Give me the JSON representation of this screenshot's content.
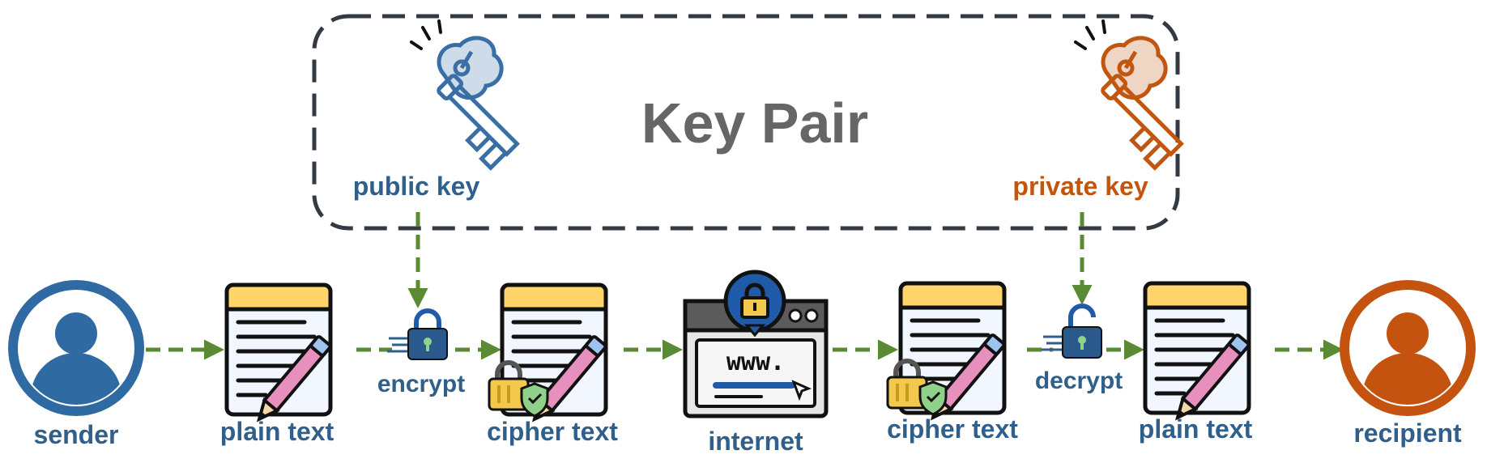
{
  "title": "Key Pair",
  "public_key": {
    "label": "public key",
    "icon": "key-icon",
    "color": "#3a6fa6"
  },
  "private_key": {
    "label": "private key",
    "icon": "key-icon",
    "color": "#c0560f"
  },
  "actors": {
    "sender": {
      "label": "sender",
      "icon": "user-icon",
      "color": "#2f6aa3"
    },
    "recipient": {
      "label": "recipient",
      "icon": "user-icon",
      "color": "#c4530f"
    }
  },
  "nodes": {
    "plain_text_left": {
      "label": "plain text",
      "icon": "document-pencil-icon"
    },
    "cipher_text_left": {
      "label": "cipher text",
      "icon": "locked-document-icon"
    },
    "internet": {
      "label": "internet",
      "icon": "browser-lock-icon",
      "address": "www."
    },
    "cipher_text_right": {
      "label": "cipher text",
      "icon": "locked-document-icon"
    },
    "plain_text_right": {
      "label": "plain text",
      "icon": "document-pencil-icon"
    }
  },
  "steps": {
    "encrypt": {
      "label": "encrypt",
      "icon": "padlock-icon"
    },
    "decrypt": {
      "label": "decrypt",
      "icon": "open-padlock-icon"
    }
  },
  "colors": {
    "label_blue": "#2f5f8a",
    "arrow_green": "#5b8a35",
    "box_dash": "#333a44",
    "title_gray": "#666666",
    "doc_header": "#ffd46b",
    "doc_body": "#f1f6ff",
    "pencil": "#e78fbd",
    "lock_gold": "#f2c94c"
  }
}
